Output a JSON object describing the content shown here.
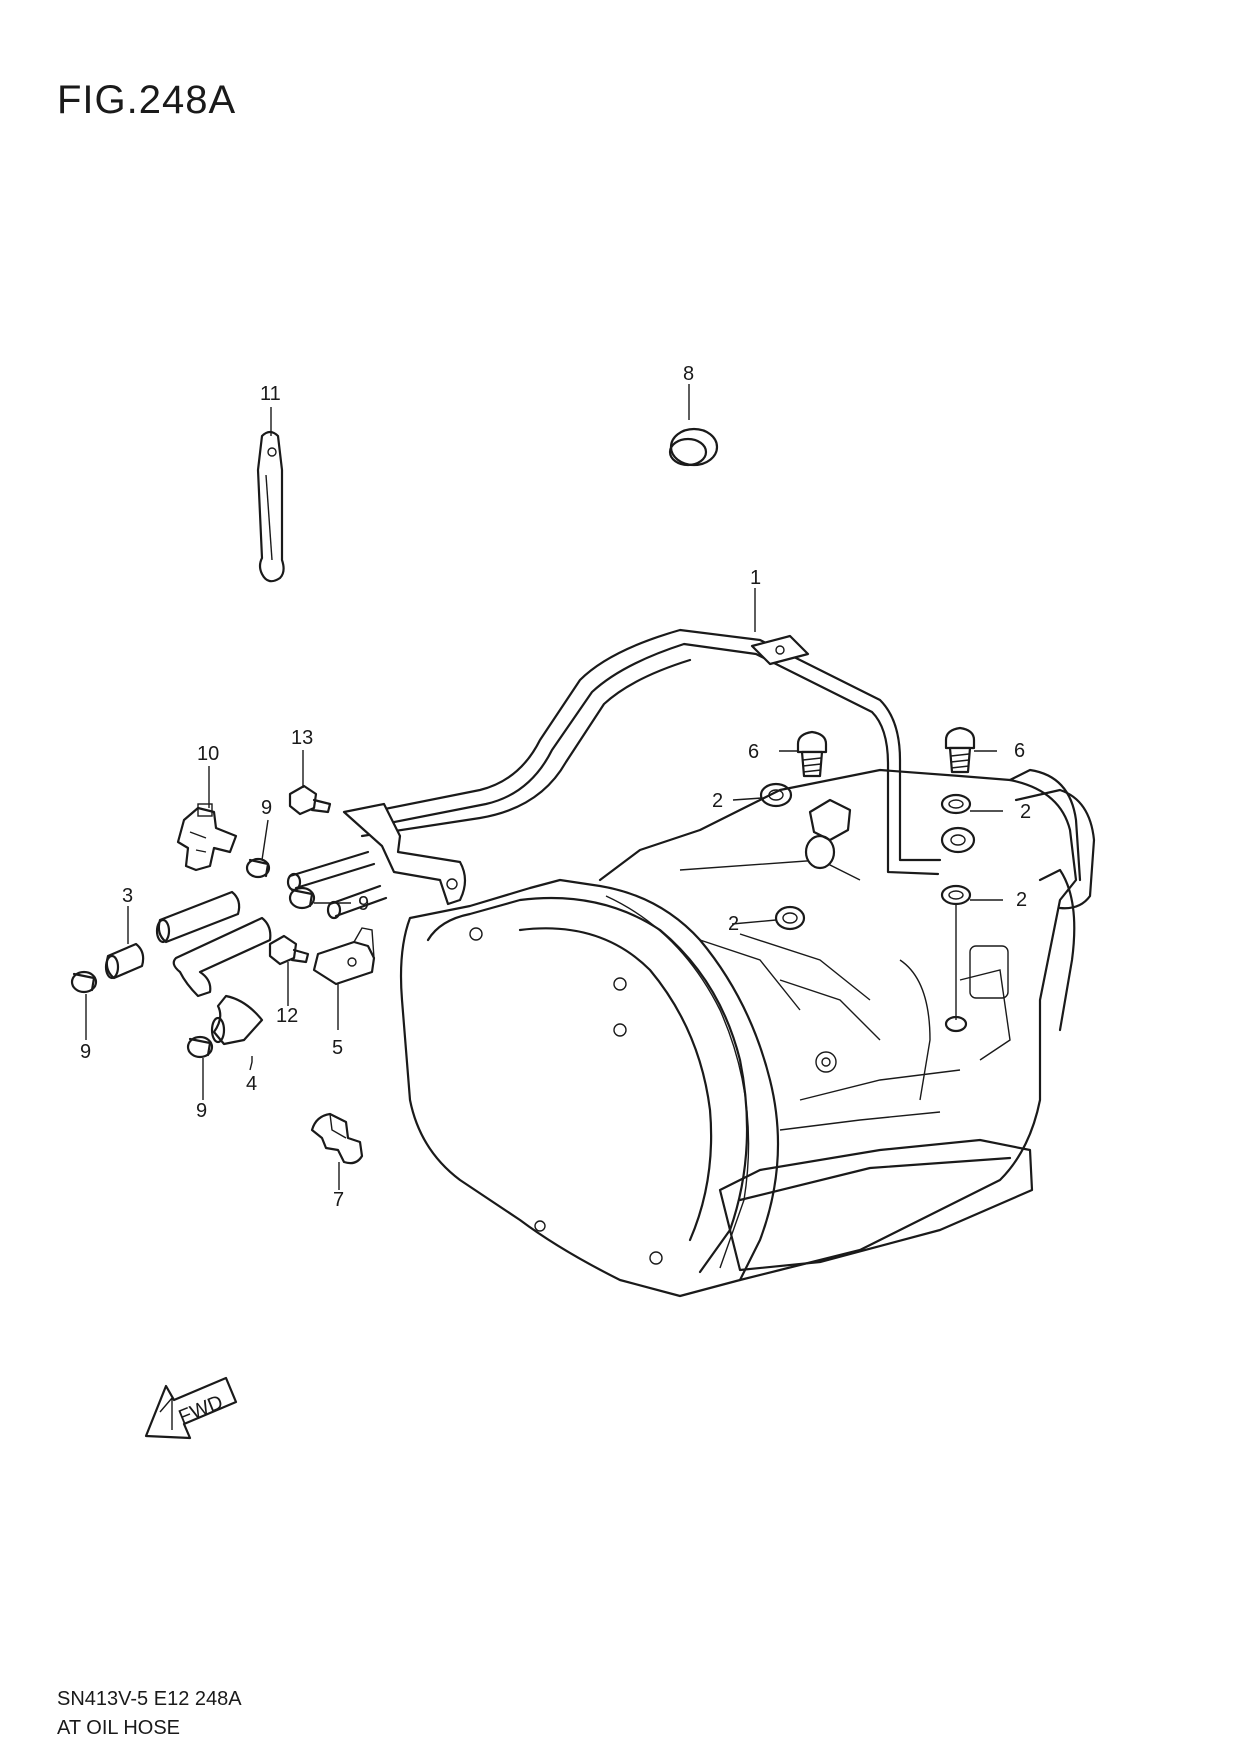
{
  "figure": {
    "title": "FIG.248A",
    "code": "SN413V-5 E12 248A",
    "name": "AT OIL HOSE"
  },
  "callouts": {
    "c1": "1",
    "c2a": "2",
    "c2b": "2",
    "c2c": "2",
    "c2d": "2",
    "c3": "3",
    "c4": "4",
    "c5": "5",
    "c6a": "6",
    "c6b": "6",
    "c7": "7",
    "c8": "8",
    "c9a": "9",
    "c9b": "9",
    "c9c": "9",
    "c9d": "9",
    "c10": "10",
    "c11": "11",
    "c12": "12",
    "c13": "13"
  },
  "direction_marker": {
    "label": "FWD"
  }
}
